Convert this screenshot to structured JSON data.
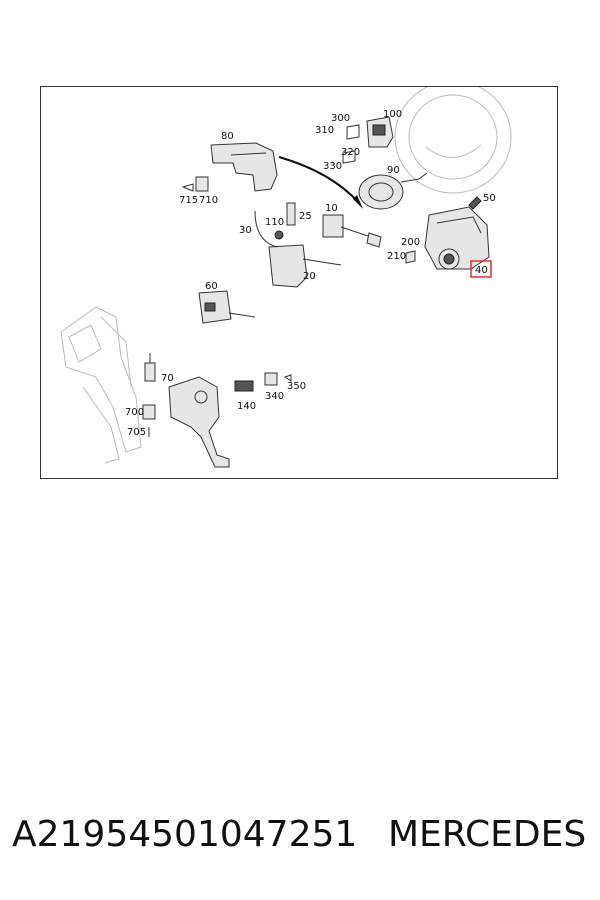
{
  "diagram": {
    "callouts": [
      "80",
      "300",
      "100",
      "310",
      "320",
      "330",
      "90",
      "715",
      "710",
      "50",
      "110",
      "25",
      "10",
      "30",
      "200",
      "210",
      "40",
      "20",
      "60",
      "70",
      "350",
      "340",
      "140",
      "700",
      "705"
    ],
    "highlighted_callout": "40",
    "highlight_color": "#e03030"
  },
  "footer": {
    "part_number": "A21954501047251",
    "brand": "MERCEDES"
  }
}
